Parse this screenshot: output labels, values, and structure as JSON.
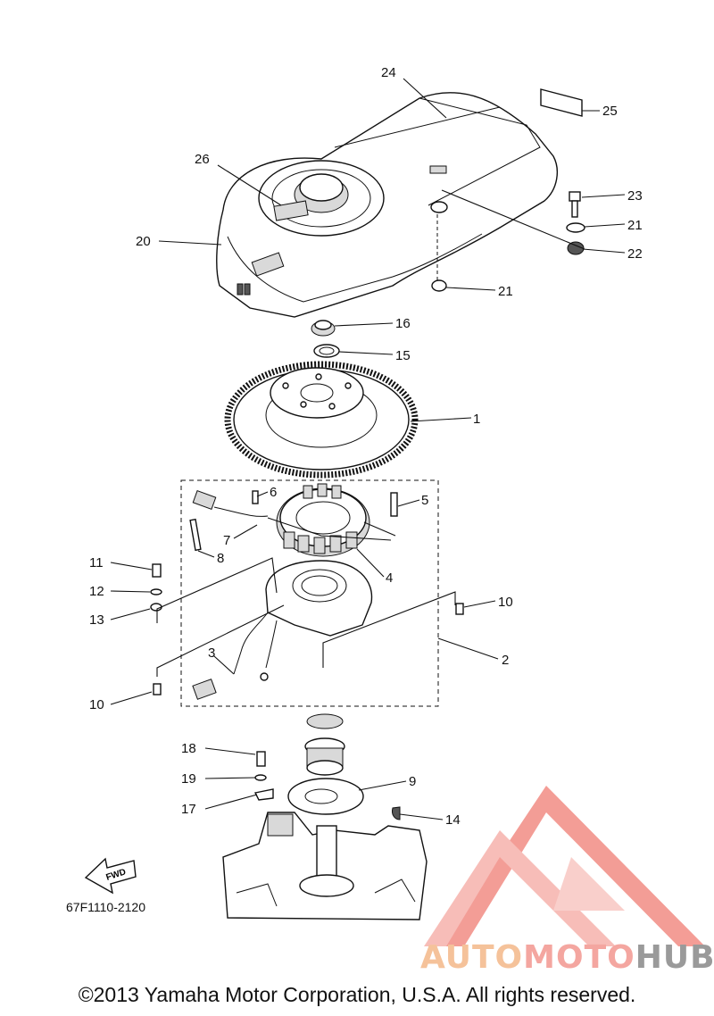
{
  "diagram": {
    "callouts": {
      "c1": "1",
      "c2": "2",
      "c3": "3",
      "c4": "4",
      "c5": "5",
      "c6": "6",
      "c7": "7",
      "c8": "8",
      "c9": "9",
      "c10a": "10",
      "c10b": "10",
      "c11": "11",
      "c12": "12",
      "c13": "13",
      "c14": "14",
      "c15": "15",
      "c16": "16",
      "c17": "17",
      "c18": "18",
      "c19": "19",
      "c20": "20",
      "c21a": "21",
      "c21b": "21",
      "c22": "22",
      "c23": "23",
      "c24": "24",
      "c25": "25",
      "c26": "26"
    },
    "fwd_label": "FWD",
    "part_code": "67F1110-2120"
  },
  "footer": {
    "copyright": "©2013 Yamaha Motor Corporation, U.S.A. All rights reserved."
  },
  "watermark": {
    "part1": "AUTO",
    "part2": "MOTO",
    "part3": "HUB",
    "colors": {
      "auto": "#f5c29a",
      "moto": "#f4a6a0",
      "hub": "#9a9a9a",
      "logo": "#f28c84"
    }
  }
}
